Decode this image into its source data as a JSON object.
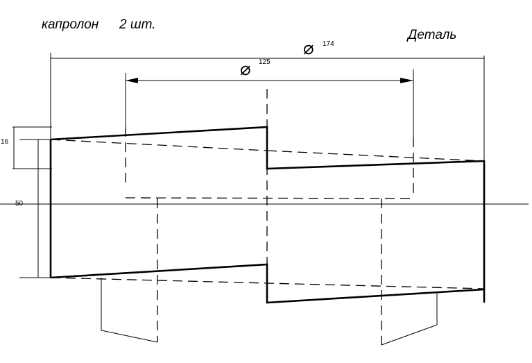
{
  "drawing": {
    "material": "капролон",
    "quantity": "2 шт.",
    "part_label": "Деталь",
    "dimensions": {
      "outer_diameter": {
        "symbol": "⌀",
        "value": "174"
      },
      "inner_diameter": {
        "symbol": "⌀",
        "value": "125"
      },
      "height_small": "16",
      "height_large": "50"
    }
  }
}
